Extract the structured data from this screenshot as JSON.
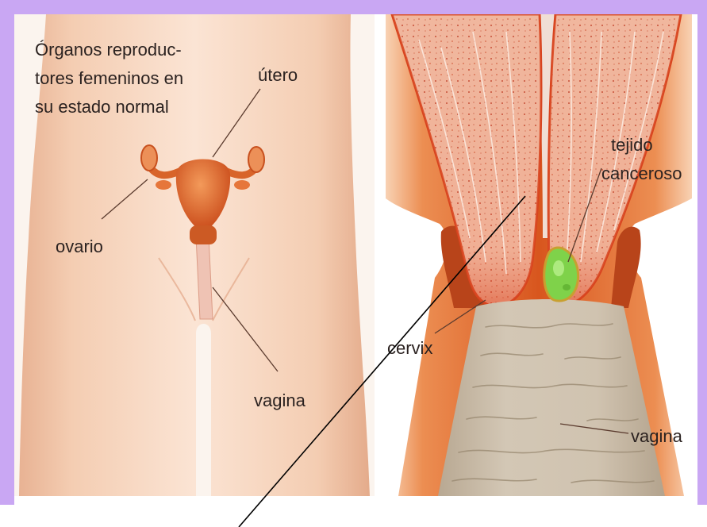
{
  "figure": {
    "left_panel": {
      "caption": [
        "Órganos reproduc-",
        "tores femeninos en",
        "su estado normal"
      ],
      "labels": {
        "uterus": "útero",
        "ovary": "ovario",
        "vagina": "vagina"
      }
    },
    "right_panel": {
      "labels": {
        "tissue_line1": "tejido",
        "tissue_line2": "canceroso",
        "cervix": "cervix",
        "vagina": "vagina"
      }
    }
  },
  "colors": {
    "frame": "#c9a7f3",
    "skin": "#f4cdb2",
    "organ": "#d9521e",
    "uterine_tissue": "#f1b9a2",
    "vaginal_wall": "#c9bba8",
    "tumor": "#7fd24a",
    "pointer_line": "#000000"
  }
}
